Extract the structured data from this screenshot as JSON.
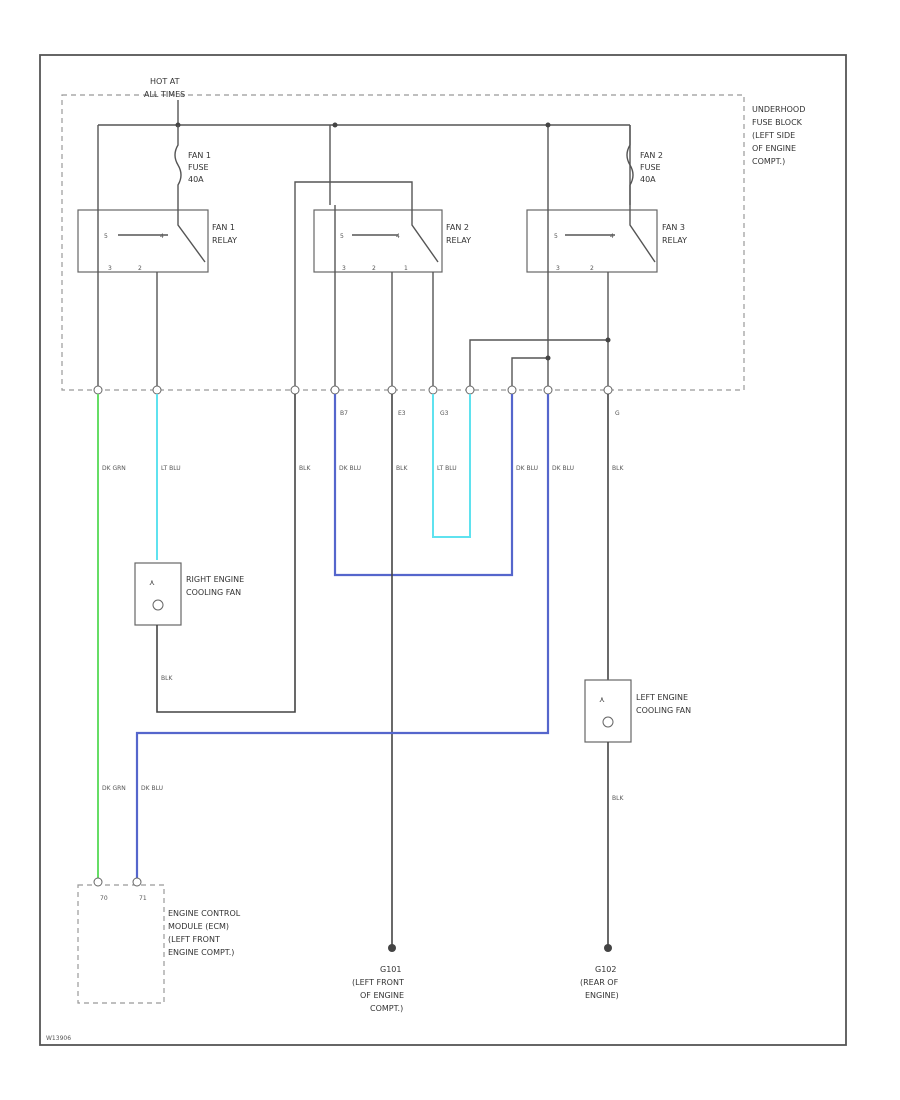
{
  "fuse_block": {
    "hot_at": "HOT AT",
    "all_times": "ALL TIMES",
    "title_lines": [
      "UNDERHOOD",
      "FUSE BLOCK",
      "(LEFT SIDE",
      "OF ENGINE",
      "COMPT.)"
    ]
  },
  "fuses": [
    {
      "lines": [
        "FAN 1",
        "FUSE",
        "40A"
      ]
    },
    {
      "lines": [
        "FAN 2",
        "FUSE",
        "40A"
      ]
    }
  ],
  "relays": [
    {
      "lines": [
        "FAN 1",
        "RELAY"
      ],
      "contacts": [
        "5",
        "4"
      ],
      "pins": [
        "3",
        "2"
      ]
    },
    {
      "lines": [
        "FAN 2",
        "RELAY"
      ],
      "contacts": [
        "5",
        "4"
      ],
      "pins": [
        "3",
        "2",
        "1"
      ]
    },
    {
      "lines": [
        "FAN 3",
        "RELAY"
      ],
      "contacts": [
        "5",
        "4"
      ],
      "pins": [
        "3",
        "2"
      ]
    }
  ],
  "connector_pins": [
    "B7",
    "E3",
    "G3",
    "G"
  ],
  "wire_colors": {
    "dk_grn": "DK GRN",
    "lt_blu": "LT BLU",
    "blk": "BLK",
    "dk_blu": "DK BLU"
  },
  "components": {
    "right_fan": [
      "RIGHT ENGINE",
      "COOLING FAN"
    ],
    "left_fan": [
      "LEFT ENGINE",
      "COOLING FAN"
    ],
    "ecm": [
      "ENGINE CONTROL",
      "MODULE (ECM)",
      "(LEFT FRONT",
      "ENGINE COMPT.)"
    ],
    "ecm_pins": [
      "70",
      "71"
    ]
  },
  "grounds": {
    "g101": [
      "G101",
      "(LEFT FRONT",
      "OF ENGINE",
      "COMPT.)"
    ],
    "g102": [
      "G102",
      "(REAR OF",
      "ENGINE)"
    ]
  },
  "figure_code": "W13906",
  "colors": {
    "green": "#66dd66",
    "light_blue": "#5fe2ef",
    "blue": "#5566cc",
    "wire": "#555555"
  }
}
